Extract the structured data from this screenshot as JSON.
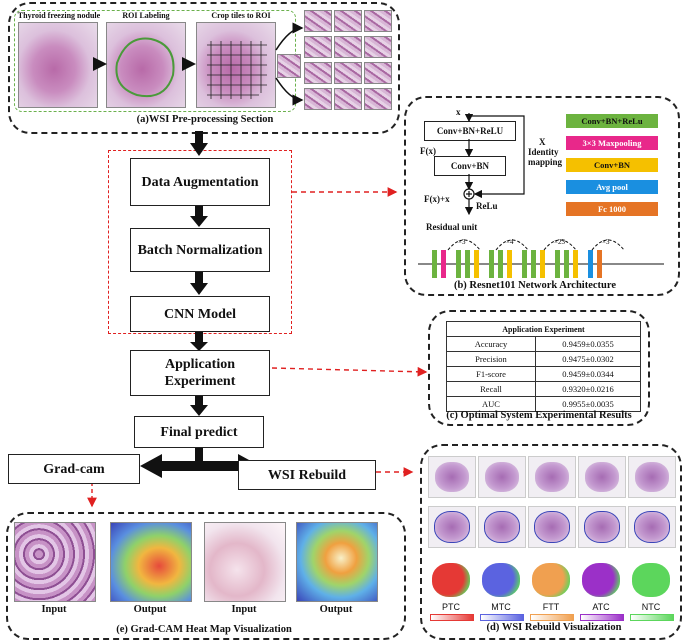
{
  "section_a": {
    "caption": "(a)WSI Pre-processing Section",
    "step1": "Thyroid freezing nodule",
    "step2": "ROI Labeling",
    "step3": "Crop tiles to ROI"
  },
  "flow": {
    "data_augmentation": "Data Augmentation",
    "batch_normalization": "Batch Normalization",
    "cnn_model": "CNN Model",
    "application_experiment": "Application Experiment",
    "final_predict": "Final predict",
    "grad_cam": "Grad-cam",
    "wsi_rebuild": "WSI Rebuild"
  },
  "section_b": {
    "caption": "(b) Resnet101 Network Architecture",
    "x_label": "x",
    "conv_bn_relu": "Conv+BN+ReLU",
    "conv_bn": "Conv+BN",
    "fx": "F(x)",
    "fx_plus_x": "F(x)+x",
    "relu": "ReLu",
    "x_identity": "X",
    "identity": "Identity",
    "mapping": "mapping",
    "residual_unit": "Residual unit",
    "repeats": [
      "×3",
      "×4",
      "×23",
      "×3"
    ],
    "legend": [
      {
        "label": "Conv+BN+ReLu",
        "color": "#6cb33f"
      },
      {
        "label": "3×3 Maxpooling",
        "color": "#e8288a"
      },
      {
        "label": "Conv+BN",
        "color": "#f5c000"
      },
      {
        "label": "Avg pool",
        "color": "#1a8fe0"
      },
      {
        "label": "Fc 1000",
        "color": "#e57425"
      }
    ]
  },
  "section_c": {
    "caption": "(c) Optimal System Experimental Results",
    "table_title": "Application Experiment",
    "rows": [
      {
        "metric": "Accuracy",
        "value": "0.9459±0.0355"
      },
      {
        "metric": "Precision",
        "value": "0.9475±0.0302"
      },
      {
        "metric": "F1-score",
        "value": "0.9459±0.0344"
      },
      {
        "metric": "Recall",
        "value": "0.9320±0.0216"
      },
      {
        "metric": "AUC",
        "value": "0.9955±0.0035"
      }
    ]
  },
  "section_d": {
    "caption": "(d) WSI Rebuild Visualization",
    "classes": [
      {
        "label": "PTC",
        "color": "#e53935"
      },
      {
        "label": "MTC",
        "color": "#5b63e0"
      },
      {
        "label": "FTT",
        "color": "#f0a050"
      },
      {
        "label": "ATC",
        "color": "#9b30c8"
      },
      {
        "label": "NTC",
        "color": "#5cd65c"
      }
    ]
  },
  "section_e": {
    "caption": "(e) Grad-CAM Heat Map Visualization",
    "labels": [
      "Input",
      "Output",
      "Input",
      "Output"
    ]
  }
}
